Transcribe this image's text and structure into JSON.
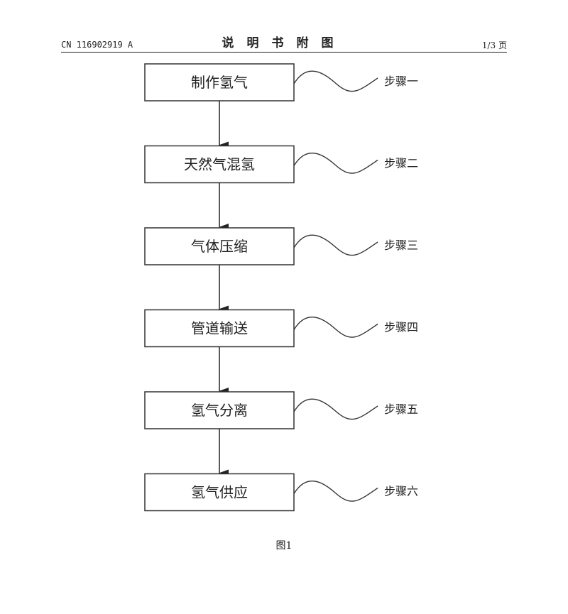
{
  "header": {
    "publication_number": "CN 116902919 A",
    "title": "说明书附图",
    "page": "1/3 页"
  },
  "steps": [
    {
      "box": "制作氢气",
      "step": "步骤一"
    },
    {
      "box": "天然气混氢",
      "step": "步骤二"
    },
    {
      "box": "气体压缩",
      "step": "步骤三"
    },
    {
      "box": "管道输送",
      "step": "步骤四"
    },
    {
      "box": "氢气分离",
      "step": "步骤五"
    },
    {
      "box": "氢气供应",
      "step": "步骤六"
    }
  ],
  "caption": "图1"
}
